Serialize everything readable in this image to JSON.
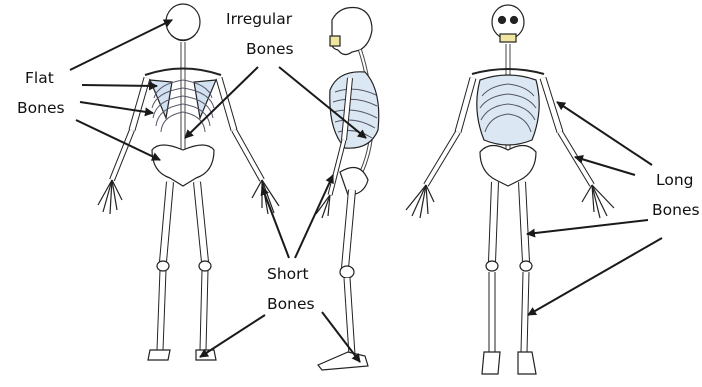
{
  "labels": {
    "flat": [
      "Flat",
      "Bones"
    ],
    "irregular": [
      "Irregular",
      "Bones"
    ],
    "short": [
      "Short",
      "Bones"
    ],
    "long": [
      "Long",
      "Bones"
    ]
  },
  "colors": {
    "line": "#1a1a1a",
    "bone_fill": "#ffffff",
    "rib_shade": "#b9cfe6",
    "teeth": "#f0e6a0"
  },
  "figures": [
    "skeleton-posterior-view",
    "skeleton-lateral-view",
    "skeleton-anterior-view"
  ]
}
